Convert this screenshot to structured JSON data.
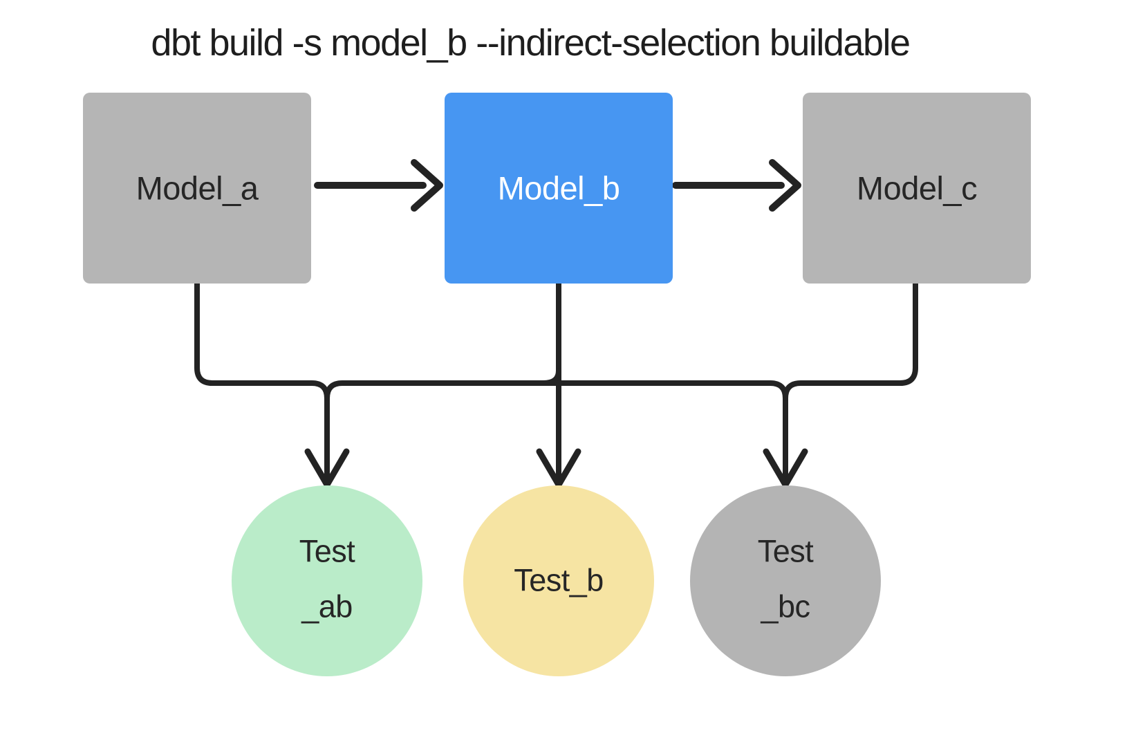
{
  "title": "dbt build -s model_b --indirect-selection buildable",
  "colors": {
    "background": "#ffffff",
    "model_gray": "#b5b5b5",
    "model_blue": "#4796f2",
    "test_green": "#baecc9",
    "test_yellow": "#f6e4a3",
    "test_gray": "#b4b4b4",
    "edge": "#232323",
    "text_dark": "#262626",
    "text_light": "#ffffff",
    "title_color": "#1e1e1e"
  },
  "nodes": {
    "model_a": {
      "label": "Model_a"
    },
    "model_b": {
      "label": "Model_b"
    },
    "model_c": {
      "label": "Model_c"
    },
    "test_ab": {
      "line1": "Test",
      "line2": "_ab"
    },
    "test_b": {
      "label": "Test_b"
    },
    "test_bc": {
      "line1": "Test",
      "line2": "_bc"
    }
  }
}
